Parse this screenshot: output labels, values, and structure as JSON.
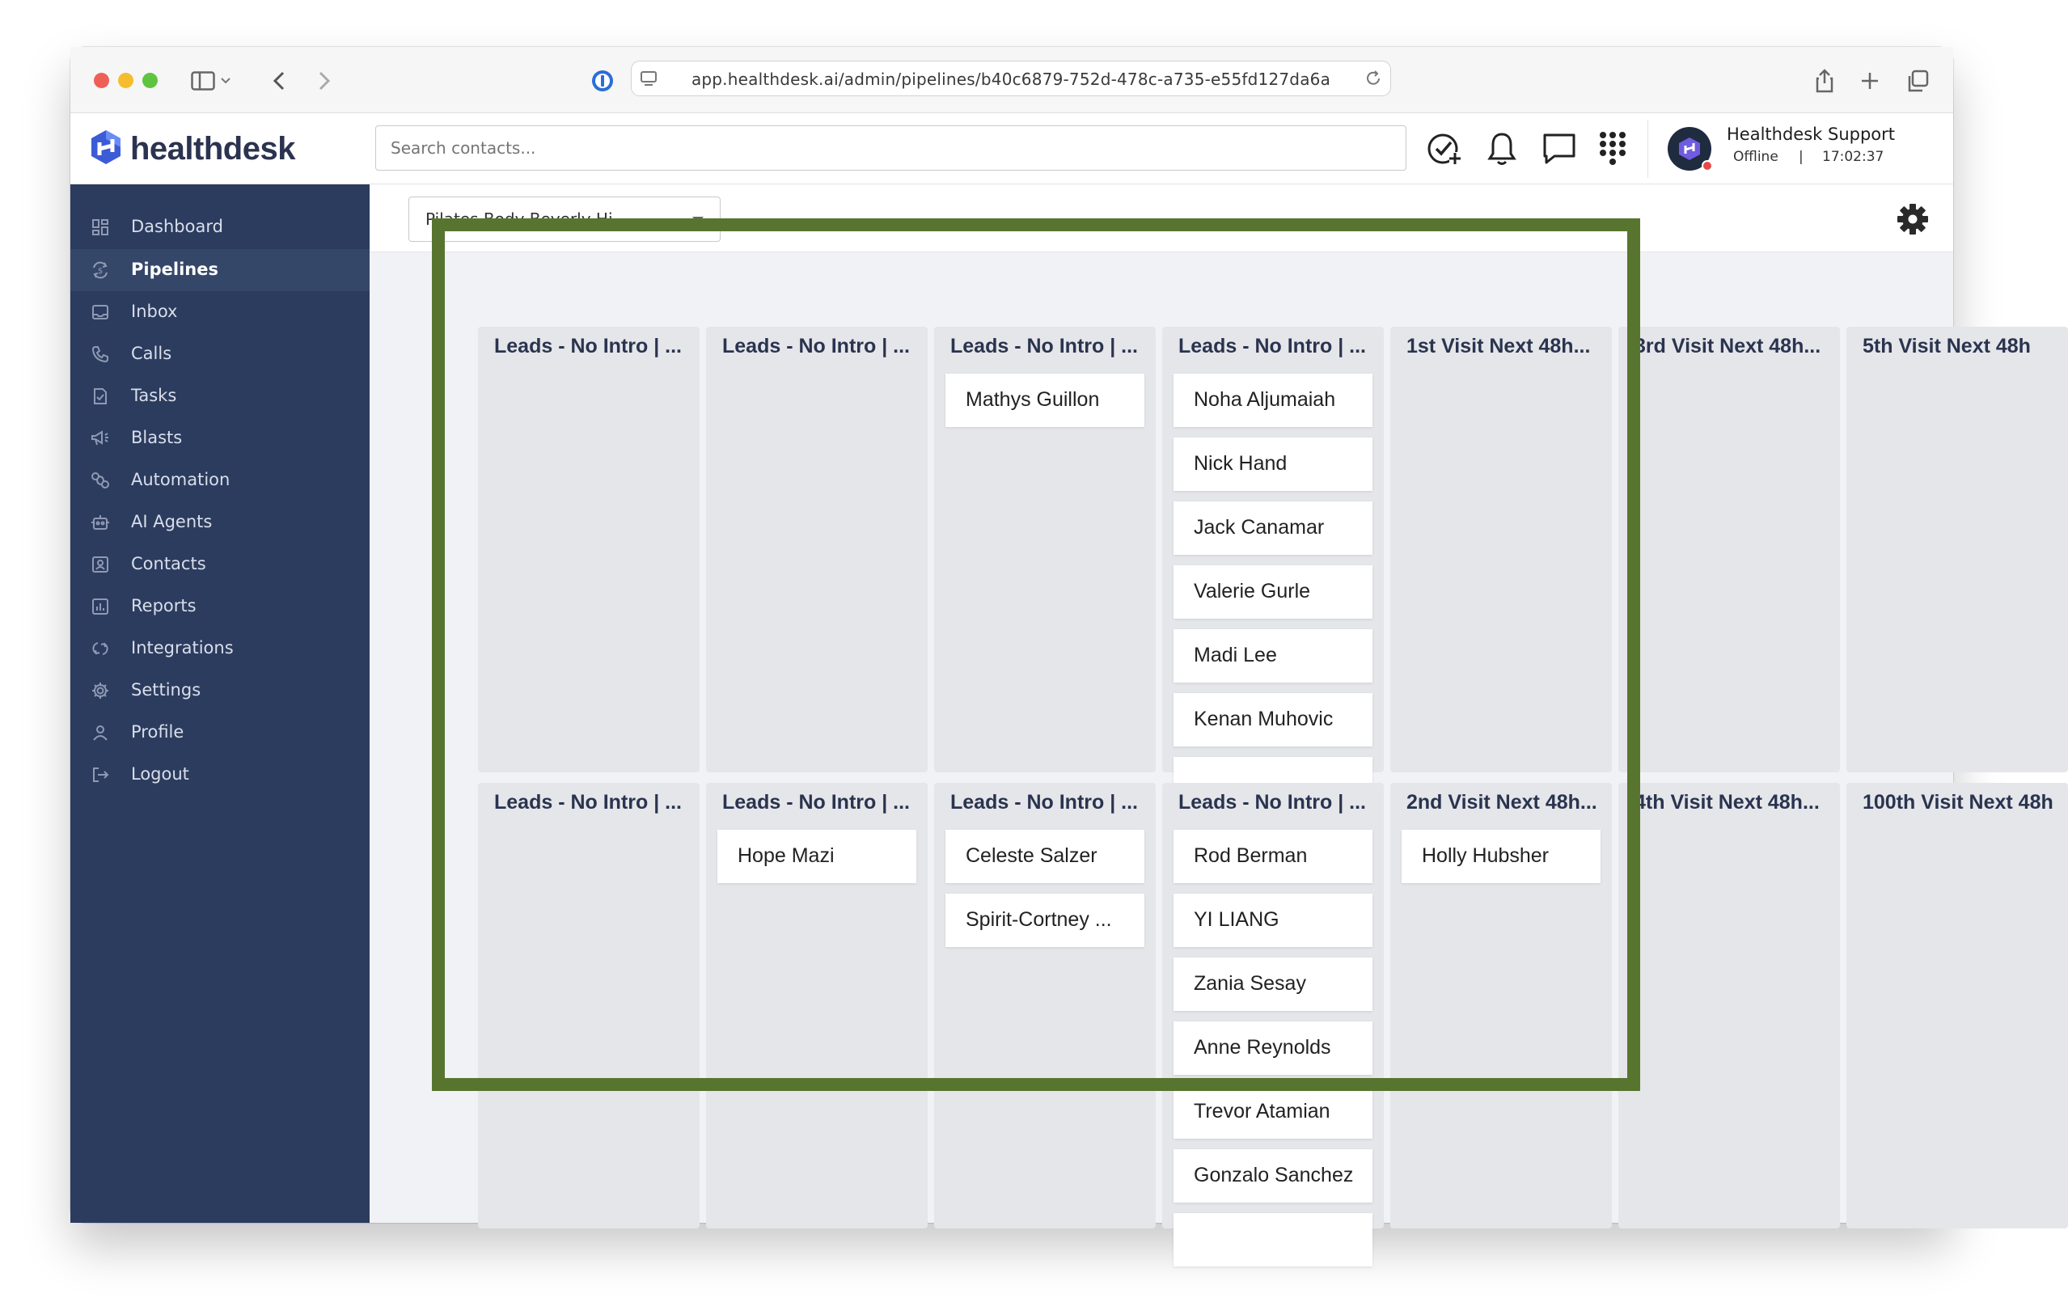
{
  "browser": {
    "url": "app.healthdesk.ai/admin/pipelines/b40c6879-752d-478c-a735-e55fd127da6a"
  },
  "header": {
    "logo_text": "healthdesk",
    "search_placeholder": "Search contacts...",
    "user": {
      "name": "Healthdesk Support",
      "status": "Offline",
      "separator": "|",
      "time": "17:02:37"
    }
  },
  "sidebar": {
    "items": [
      {
        "label": "Dashboard",
        "icon": "dashboard-icon"
      },
      {
        "label": "Pipelines",
        "icon": "pipelines-icon"
      },
      {
        "label": "Inbox",
        "icon": "inbox-icon"
      },
      {
        "label": "Calls",
        "icon": "phone-icon"
      },
      {
        "label": "Tasks",
        "icon": "tasks-icon"
      },
      {
        "label": "Blasts",
        "icon": "megaphone-icon"
      },
      {
        "label": "Automation",
        "icon": "automation-icon"
      },
      {
        "label": "AI Agents",
        "icon": "robot-icon"
      },
      {
        "label": "Contacts",
        "icon": "contacts-icon"
      },
      {
        "label": "Reports",
        "icon": "reports-icon"
      },
      {
        "label": "Integrations",
        "icon": "integrations-icon"
      },
      {
        "label": "Settings",
        "icon": "settings-icon"
      },
      {
        "label": "Profile",
        "icon": "profile-icon"
      },
      {
        "label": "Logout",
        "icon": "logout-icon"
      }
    ]
  },
  "pipeline": {
    "location": "Pilates Body Beverly Hi...",
    "rows": [
      {
        "columns": [
          {
            "title": "Leads - No Intro | ...",
            "cards": []
          },
          {
            "title": "Leads - No Intro | ...",
            "cards": []
          },
          {
            "title": "Leads - No Intro | ...",
            "cards": [
              "Mathys Guillon"
            ]
          },
          {
            "title": "Leads - No Intro | ...",
            "cards": [
              "Noha Aljumaiah",
              "Nick Hand",
              "Jack Canamar",
              "Valerie Gurle",
              "Madi Lee",
              "Kenan Muhovic"
            ]
          },
          {
            "title": "1st Visit Next 48h...",
            "cards": []
          },
          {
            "title": "3rd Visit Next 48h...",
            "cards": []
          },
          {
            "title": "5th Visit Next 48h",
            "cards": []
          }
        ]
      },
      {
        "columns": [
          {
            "title": "Leads - No Intro | ...",
            "cards": []
          },
          {
            "title": "Leads - No Intro | ...",
            "cards": [
              "Hope Mazi"
            ]
          },
          {
            "title": "Leads - No Intro | ...",
            "cards": [
              "Celeste Salzer",
              "Spirit-Cortney ..."
            ]
          },
          {
            "title": "Leads - No Intro | ...",
            "cards": [
              "Rod Berman",
              "YI LIANG",
              "Zania Sesay",
              "Anne Reynolds",
              "Trevor Atamian",
              "Gonzalo Sanchez"
            ]
          },
          {
            "title": "2nd Visit Next 48h...",
            "cards": [
              "Holly Hubsher"
            ]
          },
          {
            "title": "4th Visit Next 48h...",
            "cards": []
          },
          {
            "title": "100th Visit Next 48h",
            "cards": []
          }
        ]
      }
    ]
  },
  "colors": {
    "sidebar": "#2c3c5f",
    "highlight": "#58752f"
  }
}
